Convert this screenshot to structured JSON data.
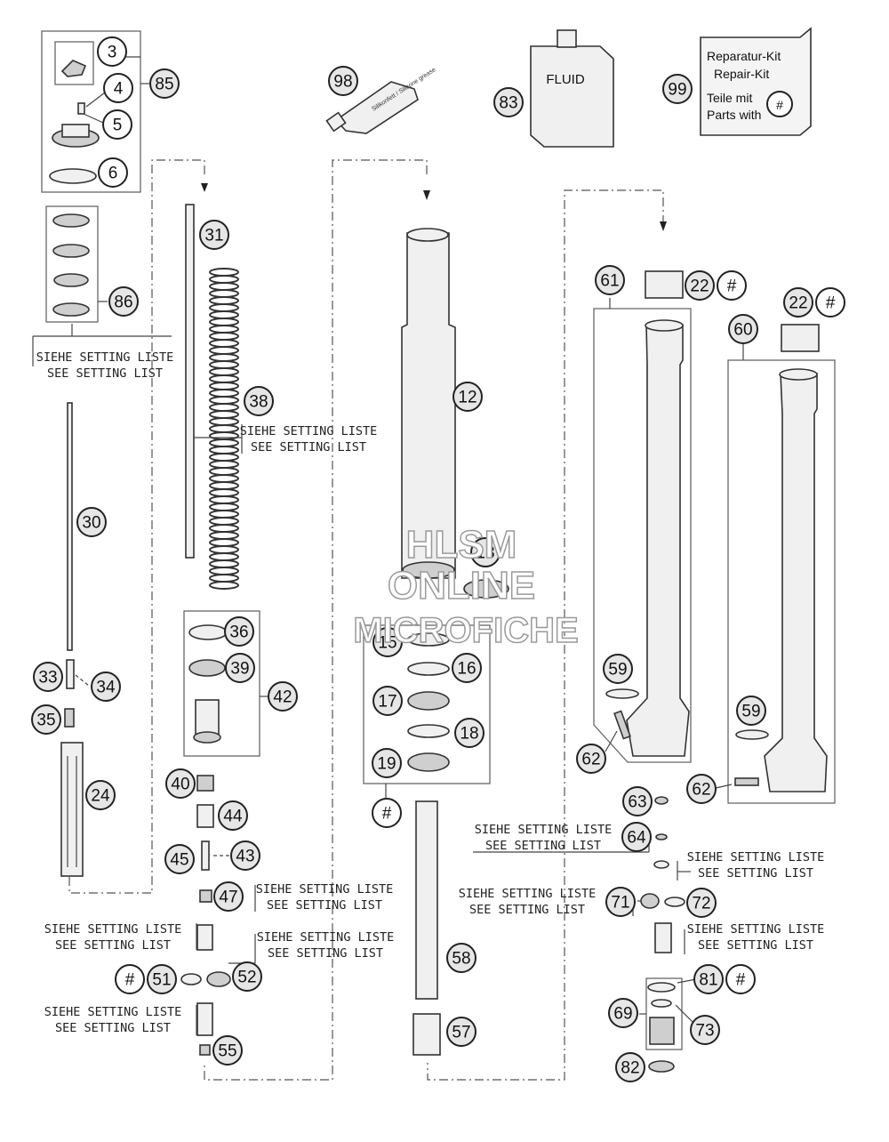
{
  "callouts": [
    {
      "id": "3",
      "label": "3",
      "style": "plain"
    },
    {
      "id": "4",
      "label": "4",
      "style": "plain"
    },
    {
      "id": "5",
      "label": "5",
      "style": "plain"
    },
    {
      "id": "6",
      "label": "6",
      "style": "plain"
    },
    {
      "id": "85",
      "label": "85",
      "style": "filled"
    },
    {
      "id": "86",
      "label": "86",
      "style": "filled"
    },
    {
      "id": "30",
      "label": "30",
      "style": "filled"
    },
    {
      "id": "33",
      "label": "33",
      "style": "filled"
    },
    {
      "id": "34",
      "label": "34",
      "style": "filled"
    },
    {
      "id": "35",
      "label": "35",
      "style": "filled"
    },
    {
      "id": "24",
      "label": "24",
      "style": "filled"
    },
    {
      "id": "31",
      "label": "31",
      "style": "filled"
    },
    {
      "id": "38",
      "label": "38",
      "style": "filled"
    },
    {
      "id": "36",
      "label": "36",
      "style": "filled"
    },
    {
      "id": "39",
      "label": "39",
      "style": "filled"
    },
    {
      "id": "42",
      "label": "42",
      "style": "filled"
    },
    {
      "id": "40",
      "label": "40",
      "style": "filled"
    },
    {
      "id": "44",
      "label": "44",
      "style": "filled"
    },
    {
      "id": "45",
      "label": "45",
      "style": "filled"
    },
    {
      "id": "43",
      "label": "43",
      "style": "filled"
    },
    {
      "id": "47",
      "label": "47",
      "style": "filled"
    },
    {
      "id": "51",
      "label": "51",
      "style": "filled"
    },
    {
      "id": "52",
      "label": "52",
      "style": "filled"
    },
    {
      "id": "55",
      "label": "55",
      "style": "filled"
    },
    {
      "id": "hash51",
      "label": "#",
      "style": "plain"
    },
    {
      "id": "98",
      "label": "98",
      "style": "filled"
    },
    {
      "id": "12",
      "label": "12",
      "style": "filled"
    },
    {
      "id": "13",
      "label": "13",
      "style": "filled"
    },
    {
      "id": "15",
      "label": "15",
      "style": "filled"
    },
    {
      "id": "16",
      "label": "16",
      "style": "filled"
    },
    {
      "id": "17",
      "label": "17",
      "style": "filled"
    },
    {
      "id": "18",
      "label": "18",
      "style": "filled"
    },
    {
      "id": "19",
      "label": "19",
      "style": "filled"
    },
    {
      "id": "hashBushing",
      "label": "#",
      "style": "plain"
    },
    {
      "id": "58",
      "label": "58",
      "style": "filled"
    },
    {
      "id": "57",
      "label": "57",
      "style": "filled"
    },
    {
      "id": "83",
      "label": "83",
      "style": "filled"
    },
    {
      "id": "99",
      "label": "99",
      "style": "filled"
    },
    {
      "id": "61",
      "label": "61",
      "style": "filled"
    },
    {
      "id": "22a",
      "label": "22",
      "style": "filled"
    },
    {
      "id": "hash22a",
      "label": "#",
      "style": "plain"
    },
    {
      "id": "22b",
      "label": "22",
      "style": "filled"
    },
    {
      "id": "hash22b",
      "label": "#",
      "style": "plain"
    },
    {
      "id": "60",
      "label": "60",
      "style": "filled"
    },
    {
      "id": "59a",
      "label": "59",
      "style": "filled"
    },
    {
      "id": "59b",
      "label": "59",
      "style": "filled"
    },
    {
      "id": "62a",
      "label": "62",
      "style": "filled"
    },
    {
      "id": "62b",
      "label": "62",
      "style": "filled"
    },
    {
      "id": "63",
      "label": "63",
      "style": "filled"
    },
    {
      "id": "64",
      "label": "64",
      "style": "filled"
    },
    {
      "id": "71",
      "label": "71",
      "style": "filled"
    },
    {
      "id": "72",
      "label": "72",
      "style": "filled"
    },
    {
      "id": "81",
      "label": "81",
      "style": "filled"
    },
    {
      "id": "hash81",
      "label": "#",
      "style": "plain"
    },
    {
      "id": "69",
      "label": "69",
      "style": "filled"
    },
    {
      "id": "73",
      "label": "73",
      "style": "filled"
    },
    {
      "id": "82",
      "label": "82",
      "style": "filled"
    }
  ],
  "notes": {
    "line_de": "SIEHE SETTING LISTE",
    "line_en": "SEE SETTING LIST"
  },
  "fluid_label": "FLUID",
  "kit": {
    "line1": "Reparatur-Kit",
    "line2": "Repair-Kit",
    "line3": "Teile mit",
    "line4": "Parts with",
    "symbol": "#"
  },
  "tube_text": "Silikonfett / Silicone grease",
  "watermark": {
    "line1": "HLSM",
    "line2": "ONLINE",
    "line3": "MICROFICHE"
  }
}
